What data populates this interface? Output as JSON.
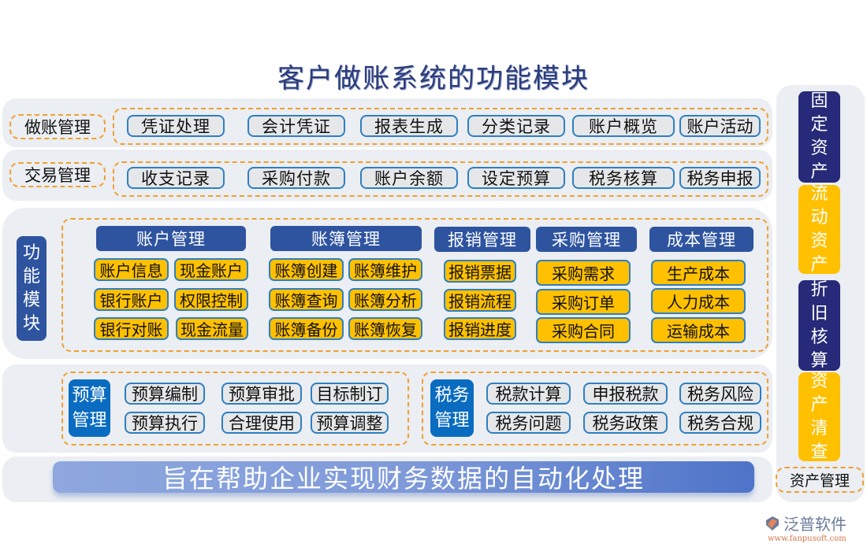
{
  "title": "客户做账系统的功能模块",
  "row_bookkeeping": {
    "label": "做账管理",
    "items": [
      "凭证处理",
      "会计凭证",
      "报表生成",
      "分类记录",
      "账户概览",
      "账户活动"
    ]
  },
  "row_transaction": {
    "label": "交易管理",
    "items": [
      "收支记录",
      "采购付款",
      "账户余额",
      "设定预算",
      "税务核算",
      "税务申报"
    ]
  },
  "function_modules": {
    "label": "功能模块",
    "label_chars": [
      "功",
      "能",
      "模",
      "块"
    ],
    "groups": [
      {
        "title": "账户管理",
        "items": [
          "账户信息",
          "现金账户",
          "银行账户",
          "权限控制",
          "银行对账",
          "现金流量"
        ]
      },
      {
        "title": "账簿管理",
        "items": [
          "账簿创建",
          "账簿维护",
          "账簿查询",
          "账簿分析",
          "账簿备份",
          "账簿恢复"
        ]
      },
      {
        "title": "报销管理",
        "items": [
          "报销票据",
          "报销流程",
          "报销进度"
        ]
      },
      {
        "title": "采购管理",
        "items": [
          "采购需求",
          "采购订单",
          "采购合同"
        ]
      },
      {
        "title": "成本管理",
        "items": [
          "生产成本",
          "人力成本",
          "运输成本"
        ]
      }
    ]
  },
  "budget": {
    "label_line1": "预算",
    "label_line2": "管理",
    "items": [
      "预算编制",
      "预算审批",
      "目标制订",
      "预算执行",
      "合理使用",
      "预算调整"
    ]
  },
  "tax": {
    "label_line1": "税务",
    "label_line2": "管理",
    "items": [
      "税款计算",
      "申报税款",
      "税务风险",
      "税务问题",
      "税务政策",
      "税务合规"
    ]
  },
  "slogan": "旨在帮助企业实现财务数据的自动化处理",
  "asset_management": {
    "label": "资产管理",
    "blocks": [
      {
        "chars": [
          "固",
          "定",
          "资",
          "产"
        ],
        "color": "#262a78"
      },
      {
        "chars": [
          "流",
          "动",
          "资",
          "产"
        ],
        "color": "#ffc000"
      },
      {
        "chars": [
          "折",
          "旧",
          "核",
          "算"
        ],
        "color": "#262a78"
      },
      {
        "chars": [
          "资",
          "产",
          "清",
          "查"
        ],
        "color": "#ffc000"
      }
    ]
  },
  "logo": {
    "name": "泛普软件",
    "url": "www.fanpusoft.com"
  },
  "colors": {
    "panel_bg": "#ebeef2",
    "dash_orange": "#f0a030",
    "header_blue": "#2e54a0",
    "pill_yellow": "#ffc000",
    "pill_border": "#2f7fc0",
    "side_navy": "#262a78",
    "side_blue": "#0a6cc0"
  }
}
